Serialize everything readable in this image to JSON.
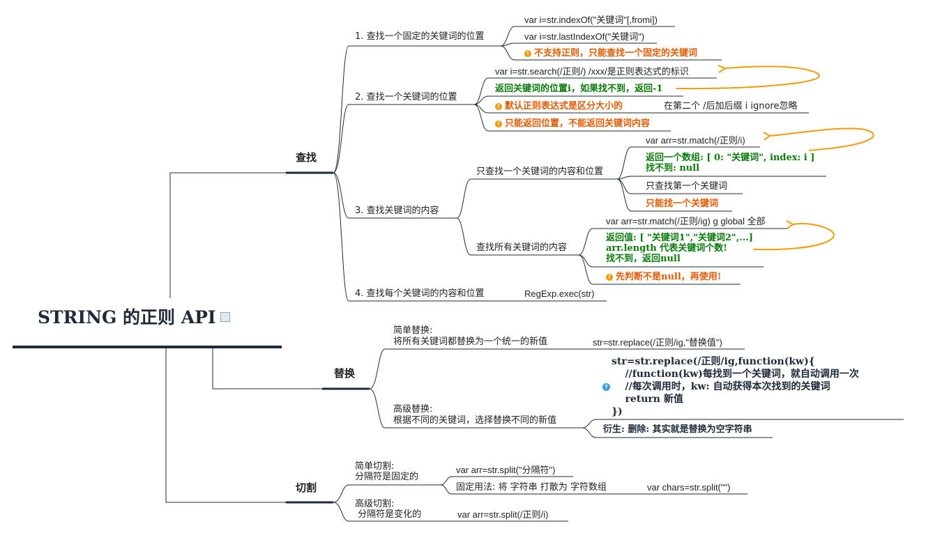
{
  "root": {
    "title": "STRING 的正则 API",
    "note_icon": "note-icon"
  },
  "find": {
    "label": "查找",
    "b1": {
      "label": "1. 查找一个固定的关键词的位置",
      "c1": "var i=str.indexOf(\"关键词\"[,fromi])",
      "c2": "var i=str.lastIndexOf(\"关键词\")",
      "warn": "不支持正则，只能查找一个固定的关键词"
    },
    "b2": {
      "label": "2. 查找一个关键词的位置",
      "c1": "var i=str.search(/正则/)  /xxx/是正则表达式的标识",
      "ret": "返回关键词的位置i，如果找不到，返回-1",
      "warn1": "默认正则表达式是区分大小的",
      "warn1_extra": "在第二个 /后加后缀 i  ignore忽略",
      "warn2": "只能返回位置，不能返回关键词内容"
    },
    "b3": {
      "label": "3. 查找关键词的内容",
      "one": {
        "label": "只查找一个关键词的内容和位置",
        "c1": "var arr=str.match(/正则/i)",
        "ret": "返回一个数组: [ 0: \"关键词\", index: i ]\n找不到: null",
        "c3": "只查找第一个关键词",
        "c4": "只能找一个关键词"
      },
      "all": {
        "label": "查找所有关键词的内容",
        "c1": "var arr=str.match(/正则/ig)  g global 全部",
        "ret": "返回值: [ \"关键词1\",\"关键词2\",...]\narr.length 代表关键词个数!\n找不到，返回null",
        "warn": "先判断不是null，再使用!"
      }
    },
    "b4": {
      "label": "4. 查找每个关键词的内容和位置",
      "c1": "RegExp.exec(str)"
    }
  },
  "replace": {
    "label": "替换",
    "simple": {
      "label": "简单替换:\n将所有关键词都替换为一个统一的新值",
      "c1": "str=str.replace(/正则/ig,\"替换值\")"
    },
    "advanced": {
      "label": "高级替换:\n根据不同的关键词，选择替换不同的新值",
      "code": "str=str.replace(/正则/ig,function(kw){\n    //function(kw)每找到一个关键词，就自动调用一次\n    //每次调用时，kw: 自动获得本次找到的关键词\n    return 新值\n})",
      "derive": "衍生: 删除: 其实就是替换为空字符串"
    }
  },
  "split": {
    "label": "切割",
    "simple": {
      "label": "简单切割:\n分隔符是固定的",
      "c1": "var arr=str.split(\"分隔符\")",
      "c2": "固定用法: 将 字符串 打散为 字符数组",
      "c2_code": "var chars=str.split(\"\")"
    },
    "advanced": {
      "label": "高级切割:\n 分隔符是变化的",
      "c1": "var arr=str.split(/正则/i)"
    }
  },
  "colors": {
    "line": "#1e2a38",
    "green": "#0a7a0a",
    "orange": "#e05a00",
    "arrow": "#f29a00"
  }
}
